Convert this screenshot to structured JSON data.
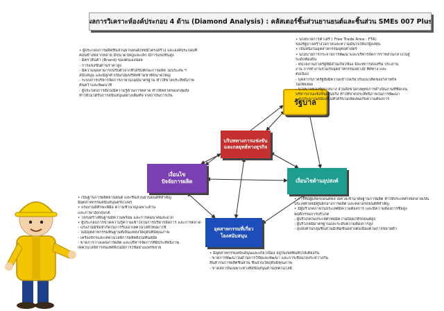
{
  "title": "ผลการวิเคราะห์องค์ประกอบ 4 ด้าน (Diamond Analysis) : คลัสเตอร์ชิ้นส่วนยานยนต์และชิ้นส่วน SMEs 007 Plus",
  "nodes": {
    "government": "รัฐบาล",
    "firm_strategy": "บริบททางการแข่งขัน และกลยุทธ์ทางธุรกิจ",
    "factor_conditions_line1": "เงื่อนไข",
    "factor_conditions_line2": "ปัจจัยการผลิต",
    "demand_conditions": "เงื่อนไขด้านอุปสงค์",
    "related_industries_line1": "อุตสาหกรรมที่เกี่ยว",
    "related_industries_line2": "โยงสนับสนุน"
  },
  "government_notes": [
    "• นโยบายการค้าเสรี ( Free Trade Area : FTA)",
    "ของรัฐบาลสร้างโอกาสและความมั่นใจให้แก่ผู้ลงทุน",
    "• เป็นหนึ่งในอุตสาหกรรมยุทธศาสตร์",
    "• นโยบายการกระจายการพัฒนาและบริหารจัดการราชส่วนกลางไปสู่",
    "ระดับท้องถิ่น",
    "- หน่วยงานภาครัฐที่มีส่วนเกี่ยวข้อง มีจะทการส่งเสริม ประสาน",
    "งาน การทำงานร่วมกับอุตสาหกรรมอย่างมี ทิศทาง และ",
    "ต่อเนื่อง",
    "- บุคลากรภาครัฐยังมีความเข้าใจเกี่ยวกับแนวคิดของวิสาหกิจ",
    "ไม่เพียงพอ",
    "- นโยบายของรัฐบาลบาง ส่วนยังขาดกลยุทธการดำเนินงานที่ชัดเจน",
    "บริหารงานแข็งขันเป็นจริง ทำให้ขาดประสิทธิภาพในการพัฒนา",
    "- งบประมาณสนับสนุนที่ได้รับไม่เพียงพอกับความต้องการ"
  ],
  "firm_notes": [
    "• ผู้ประกอบการผลิตชิ้นส่วนยานยนต์ไทยมีโครงสร้าง และองค์ประกอบที่",
    "ค่อนข้างหลากหลาย มีขนาดใหญ่และเล็ก มีการแข่งขันสูง",
    "- มีตราสินค้า (Brand) ของตนเองน้อย",
    "- การแข่งขันด้านราคาสูง",
    "- มีความจุดสามารถปรับตัวจากที่ได้รับทักษะการผลิต ไม่ประสพ ฯ",
    "สนับสนุน และมีลูกค้าเป็นกลุ่มบริษัทข้ามชาติขนาดใหญ่",
    "- ระบบการบริหารจัดการภายในไม่มีมาตรฐาน ทำให้ขาดประสิทธิภาพ",
    "ค้นคว้าและพัฒนาที่",
    "- ผู้ประกอบการยังไม่มีความรู้ด้านการตลาด ทำให้ตลาดของกลุ่มยัง",
    "ทำให้ไม่ได้รับการสนับสนุนอย่างเต็มที่จากสถาบันการเงิน"
  ],
  "demand_notes": [
    "• การที่มีผู้ผลิตรถยนต์หลายค่ายเข้ามาตั้งฐานการผลิต ทำให้ประเทศไทยกลายเป็น",
    "ประเทศไทยมีศูนย์กลางการผลิต และตลาดรถยนต์ที่สำคัญ",
    "• มีผู้บริโภคภายในประเทศมีความต้องการ และมีความต้องการซื้อสูง",
    "พฤติกรรมการบริโภค",
    "- ผู้บริโภคในประเทศไทยมีความนิยมใช้รถยนต์สูง",
    "- ผู้บริโภคมีมาตรฐานและระดับความต้องการสูง",
    "- อุปสงค์ในกลุ่มชิ้นส่วนมีเพิ่มขึ้นอย่างต่อเนื่องตามการขยายตัว"
  ],
  "factor_notes": [
    "• เป็นฐานการผลิตยานยนต์ และชิ้นส่วนยานยนต์ที่สำคัญ",
    "มีอุตสาหกรรมสนับสนุนครบวงจร",
    "• แรงงานมีทักษะฝีมือ ความชำนาญเฉพาะด้าน",
    "และภาษาอังกฤษได้",
    "• โครงสร้างพื้นฐานมีความพร้อม และการคมนาคมสะดวก",
    "• ผู้ประกอบการขาดความรู้ความเข้าใจในการบริหารจัดการ และการตลาด",
    "- แรงงานมีข้อจำกัดในการรับเอาเทคโนโลยีใหม่มาใช้",
    "- ไม่มีอุตสาหกรรมพื้นฐานที่เป็นแหล่งวัตถุดิบที่มีคุณภาพ",
    "- เครื่องจักรและเทคโนโลยีการผลิตยังไม่ทันสมัย",
    "- ขาดการวางแผนการผลิต และบริหารจัดการที่มีประสิทธิภาพ",
    "เทคโนโลยีสารสนเทศยังไม่มีการใช้อย่างแพร่หลาย"
  ],
  "related_notes": [
    "• มีอุตสาหกรรมสนับสนุนและเกี่ยวเนื่อง อยู่ในเขตพื้นที่ใกล้เคียงกัน",
    "- ขาดการพัฒนาในด้านการวิจัยและพัฒนา และการเชื่อมโยงระหว่างกัน",
    "สินค้าในการผลิตชิ้นส่วน ชิ้นส่วนวัตถุดิบมีคุณภาพ",
    "- ขาดสถาบันเฉพาะทางที่สนับสนุนด้านเทคโนโลยี"
  ],
  "colors": {
    "government": "#ffd200",
    "firm_strategy": "#c4312e",
    "factor_conditions": "#7a3fb3",
    "demand_conditions": "#1d9e8e",
    "related_industries": "#1c4db8"
  },
  "mascot": "cartoon-worker-with-helmet"
}
